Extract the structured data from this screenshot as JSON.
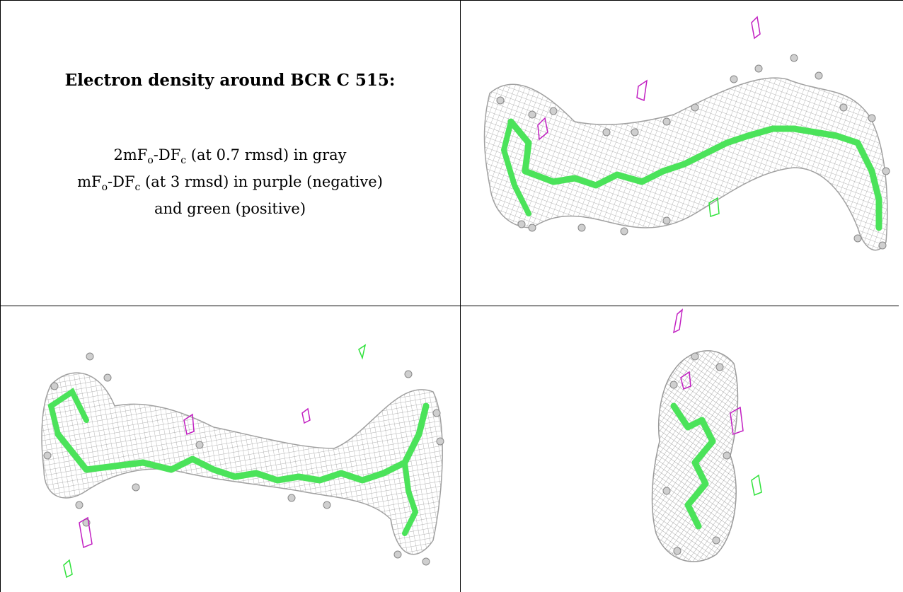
{
  "caption": {
    "title": "Electron density around BCR C 515:",
    "line1_pre": "2mF",
    "line1_sub1": "o",
    "line1_mid": "-DF",
    "line1_sub2": "c",
    "line1_post": " (at 0.7 rmsd) in gray",
    "line2_pre": "mF",
    "line2_sub1": "o",
    "line2_mid": "-DF",
    "line2_sub2": "c",
    "line2_post": " (at 3 rmsd) in purple (negative)",
    "line3": "and green (positive)"
  },
  "colors": {
    "mesh_gray": "#a9a9a9",
    "carbon_green": "#4be35a",
    "negative_purple": "#c21fc2",
    "positive_green": "#2fe23a",
    "atom_white": "#d8d8d8"
  },
  "panels": [
    {
      "name": "view-top-right",
      "description_icon": "molecule-density-view"
    },
    {
      "name": "view-bottom-left",
      "description_icon": "molecule-density-view"
    },
    {
      "name": "view-bottom-right",
      "description_icon": "molecule-density-view"
    }
  ]
}
